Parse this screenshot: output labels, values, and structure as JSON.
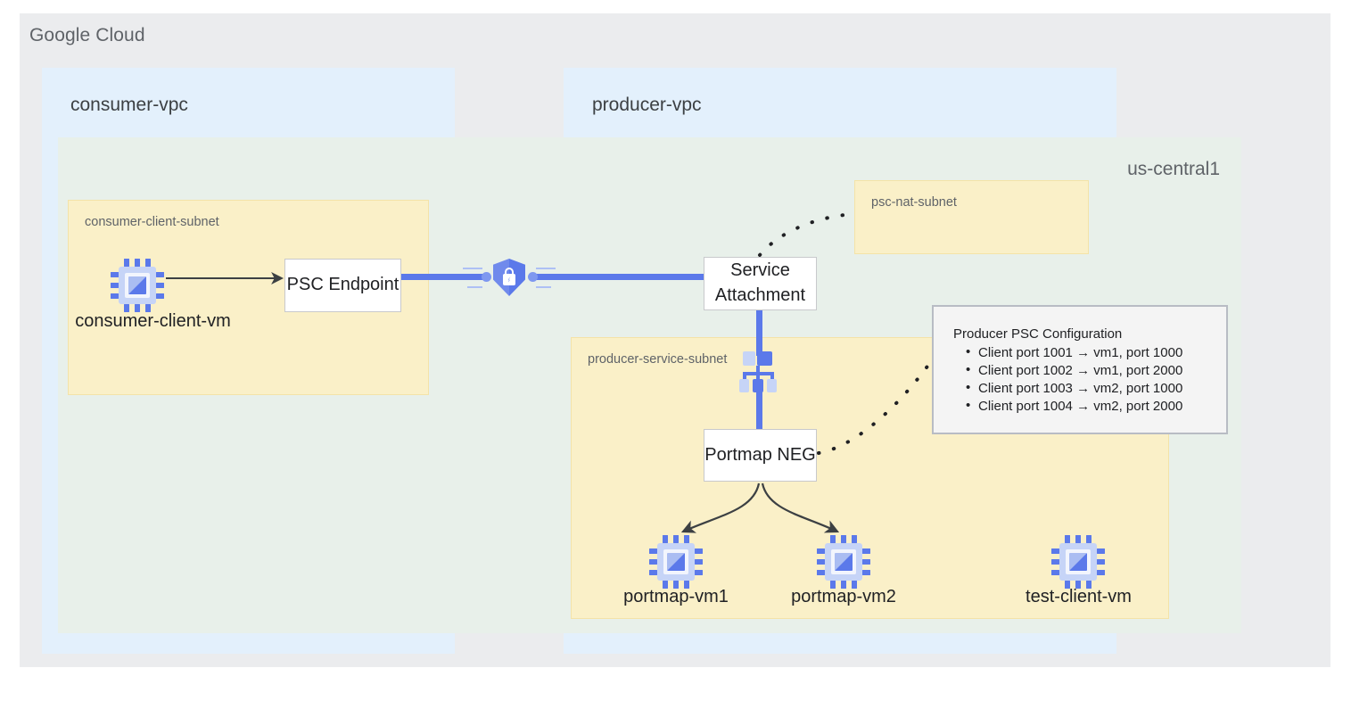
{
  "diagram": {
    "platform_title": "Google Cloud",
    "region_label": "us-central1",
    "vpcs": [
      {
        "id": "consumer",
        "label": "consumer-vpc",
        "icon": "vpc-network-icon"
      },
      {
        "id": "producer",
        "label": "producer-vpc",
        "icon": "vpc-network-icon"
      }
    ],
    "subnets": [
      {
        "id": "consumer-client-subnet",
        "label": "consumer-client-subnet"
      },
      {
        "id": "psc-nat-subnet",
        "label": "psc-nat-subnet"
      },
      {
        "id": "producer-service-subnet",
        "label": "producer-service-subnet"
      }
    ],
    "nodes": {
      "psc_endpoint": "PSC Endpoint",
      "service_attachment_line1": "Service",
      "service_attachment_line2": "Attachment",
      "portmap_neg": "Portmap NEG"
    },
    "vms": [
      {
        "id": "consumer-client-vm",
        "label": "consumer-client-vm",
        "icon": "vm-chip-icon"
      },
      {
        "id": "portmap-vm1",
        "label": "portmap-vm1",
        "icon": "vm-chip-icon"
      },
      {
        "id": "portmap-vm2",
        "label": "portmap-vm2",
        "icon": "vm-chip-icon"
      },
      {
        "id": "test-client-vm",
        "label": "test-client-vm",
        "icon": "vm-chip-icon"
      }
    ],
    "load_balancer_icon": "load-balancer-icon",
    "psc_connection_icon": "shield-lock-icon",
    "config_callout": {
      "title": "Producer PSC Configuration",
      "items": [
        "Client port 1001 → vm1, port 1000",
        "Client port 1002 → vm1, port 2000",
        "Client port 1003 → vm2, port 1000",
        "Client port 1004 → vm2, port 2000"
      ]
    },
    "colors": {
      "page_background": "#ebecee",
      "vpc_fill": "#e3f0fc",
      "region_fill": "#e8f0ea",
      "subnet_fill": "#faf0c8",
      "accent_blue": "#5b79ea",
      "node_fill": "#ffffff",
      "callout_fill": "#f4f4f4",
      "arrow_gray": "#3c4043"
    }
  }
}
